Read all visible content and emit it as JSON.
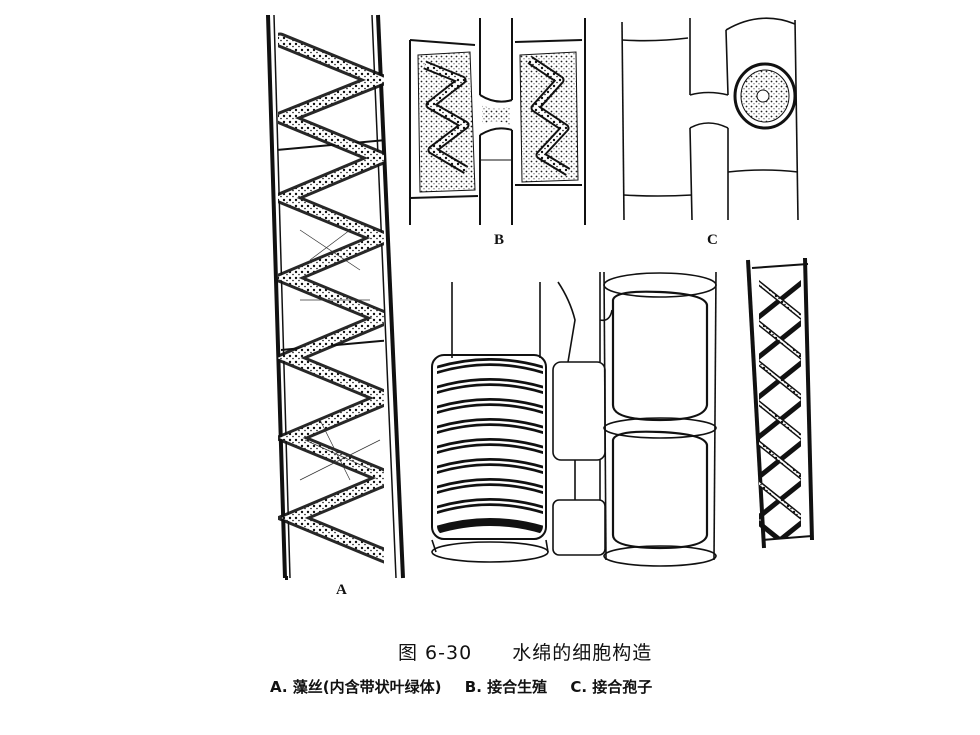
{
  "figure": {
    "panel_labels": {
      "a": "A",
      "b": "B",
      "c": "C"
    },
    "caption": {
      "number": "图 6-30",
      "title": "水绵的细胞构造",
      "items": [
        "A. 藻丝(内含带状叶绿体)",
        "B. 接合生殖",
        "C. 接合孢子"
      ]
    }
  }
}
